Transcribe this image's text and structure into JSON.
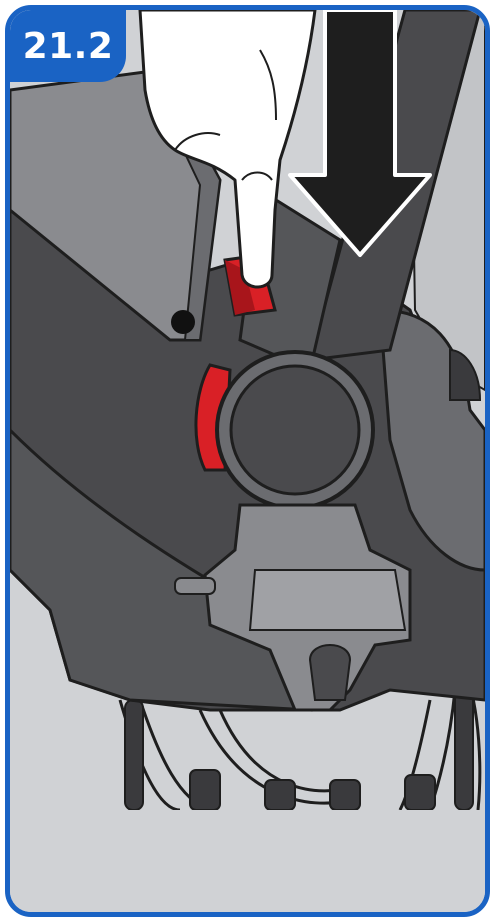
{
  "step": {
    "number": "21.2"
  },
  "illustration": {
    "subject": "stroller-seat-fold-mechanism",
    "arrow_direction": "down",
    "colors": {
      "frame_border": "#1a63c4",
      "badge_background": "#1a63c4",
      "badge_text": "#ffffff",
      "background": "#d0d2d5",
      "dark_plastic": "#4a4a4d",
      "mid_plastic": "#6b6c70",
      "light_plastic": "#8a8b8f",
      "release_button": "#d92026",
      "glove": "#ffffff",
      "outline": "#1e1e1e"
    }
  }
}
